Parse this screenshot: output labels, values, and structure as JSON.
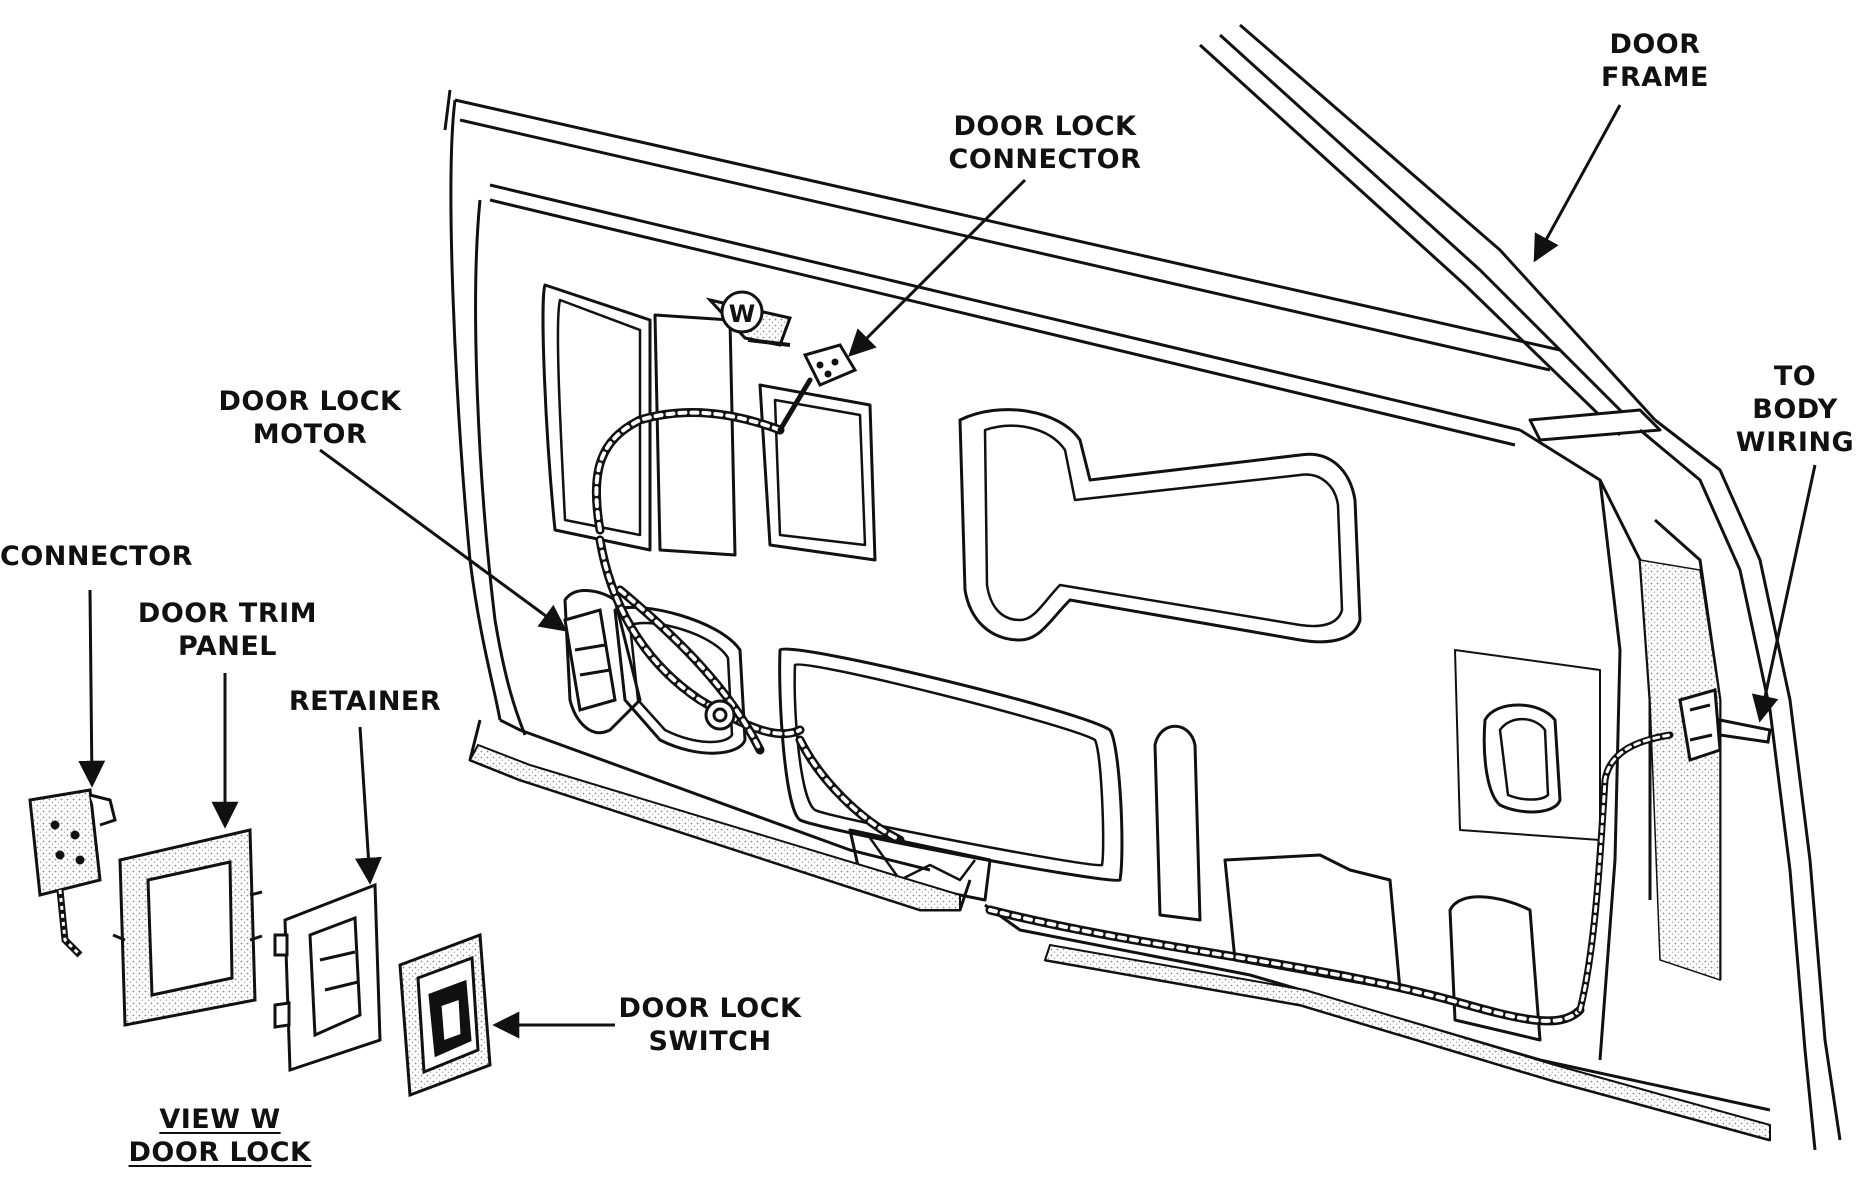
{
  "labels": {
    "door_frame": [
      "DOOR",
      "FRAME"
    ],
    "door_lock_connector": [
      "DOOR LOCK",
      "CONNECTOR"
    ],
    "to_body_wiring": [
      "TO",
      "BODY",
      "WIRING"
    ],
    "door_lock_motor": [
      "DOOR LOCK",
      "MOTOR"
    ],
    "connector": [
      "CONNECTOR"
    ],
    "door_trim_panel": [
      "DOOR TRIM",
      "PANEL"
    ],
    "retainer": [
      "RETAINER"
    ],
    "door_lock_switch": [
      "DOOR LOCK",
      "SWITCH"
    ],
    "view_w": [
      "VIEW W",
      "DOOR LOCK"
    ]
  },
  "callout": {
    "view_marker": "W"
  },
  "colors": {
    "ink": "#111111",
    "stipple": "#9a9a9a",
    "paper": "#ffffff"
  }
}
